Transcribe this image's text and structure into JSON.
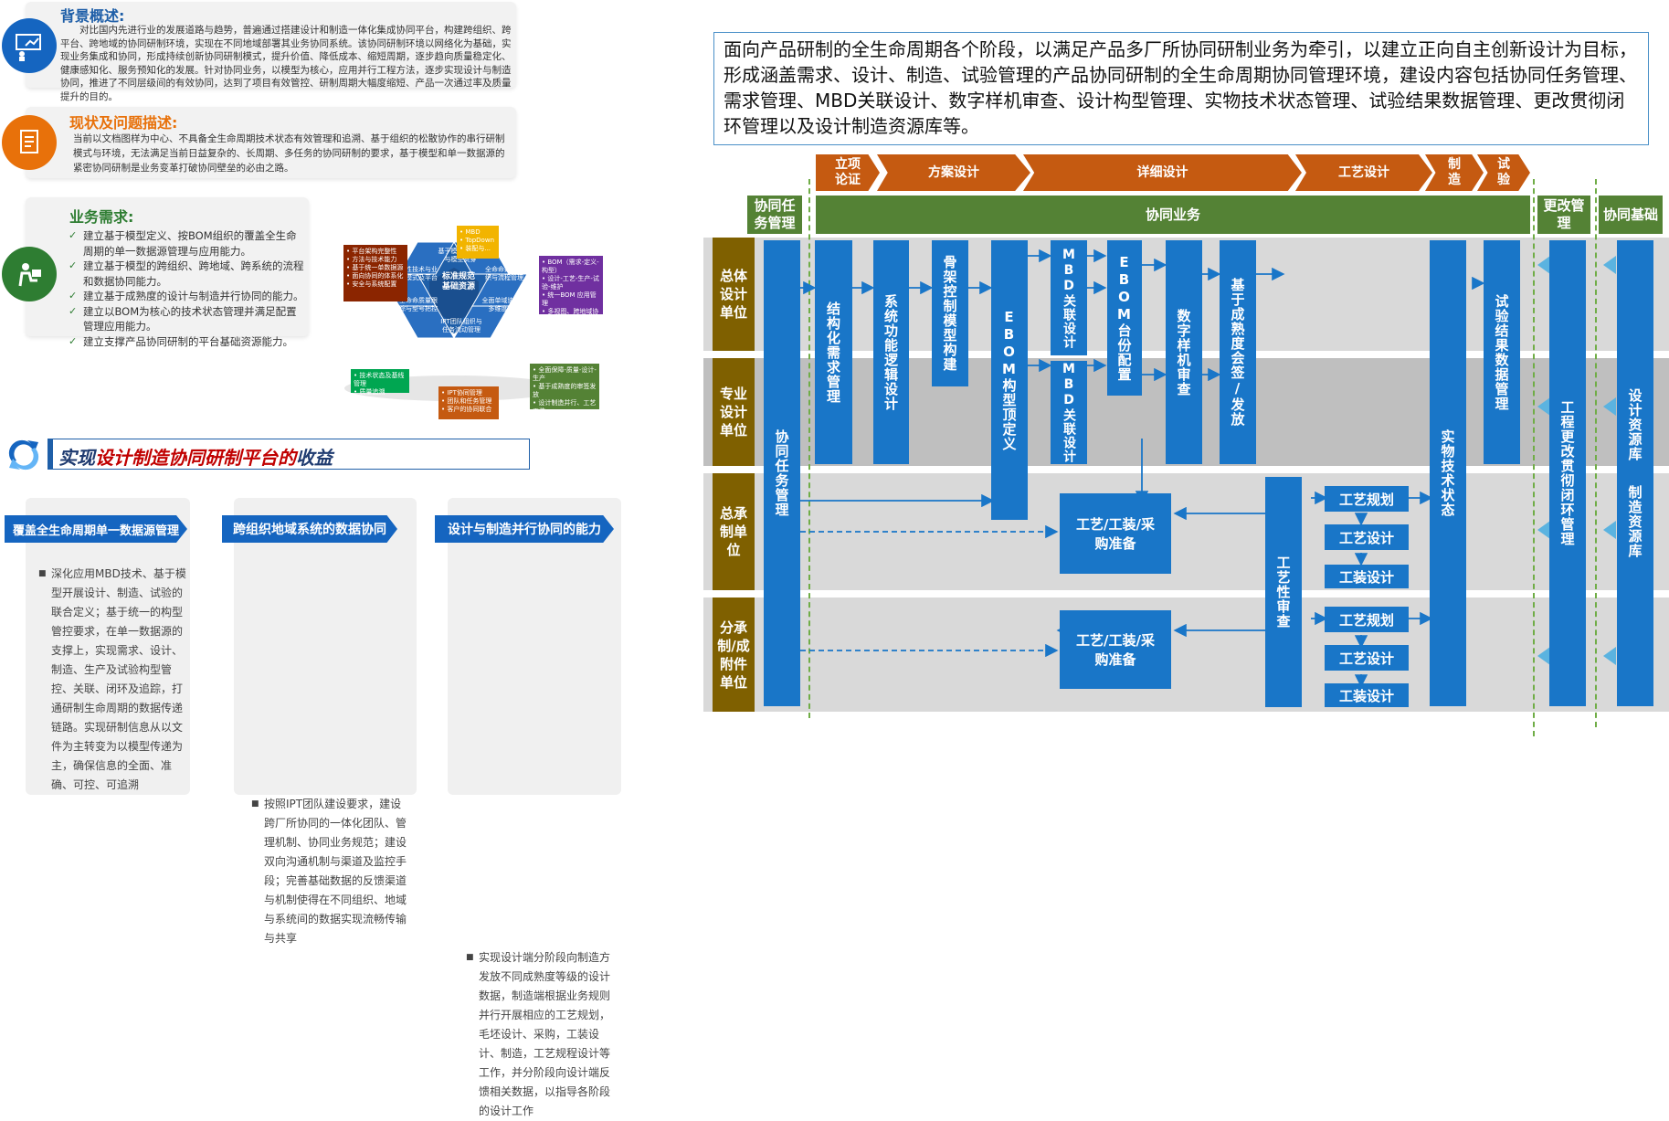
{
  "left": {
    "background": {
      "title": "背景概述:",
      "text": "对比国内先进行业的发展道路与趋势，普遍通过搭建设计和制造一体化集成协同平台，构建跨组织、跨平台、跨地域的协同研制环境，实现在不同地域部署其业务协同系统。该协同研制环境以网络化为基础，实现业务集成和协同，形成持续创新协同研制模式，提升价值、降低成本、缩短周期，逐步趋向质量稳定化、健康感知化、服务预知化的发展。针对协同业务，以模型为核心，应用并行工程方法，逐步实现设计与制造协同，推进了不同层级间的有效协同，达到了项目有效管控、研制周期大幅度缩短、产品一次通过率及质量提升的目的。"
    },
    "status": {
      "title": "现状及问题描述:",
      "text": "当前以文档图样为中心、不具备全生命周期技术状态有效管理和追溯、基于组织的松散协作的串行研制模式与环境，无法满足当前日益复杂的、长周期、多任务的协同研制的要求，基于模型和单一数据源的紧密协同研制是业务变革打破协同壁垒的必由之路。"
    },
    "needs": {
      "title": "业务需求:",
      "items": [
        "建立基于模型定义、按BOM组织的覆盖全生命周期的单一数据源管理与应用能力。",
        "建立基于模型的跨组织、跨地域、跨系统的流程和数据协同能力。",
        "建立基于成熟度的设计与制造并行协同的能力。",
        "建立以BOM为核心的技术状态管理并满足配置管理应用能力。",
        "建立支撑产品协同研制的平台基础资源能力。"
      ]
    },
    "hex": {
      "center": "标准规范\n基础资源",
      "cells": [
        "基于模型的协同\n与模型贯穿",
        "共性技术与业\n务模式及平台",
        "全命命数据组\n织与流程管理",
        "全命命质量跟\n踪与型号把控",
        "全面单域协同与\n多维度协同",
        "IPT团队组织与\n任务流动管理"
      ],
      "notes": [
        "• 平台架构完整性\n• 方法与技术能力\n• 基于统一单数据源\n• 面向协同的体系化\n• 安全与系统配置",
        "• MBD\n• TopDown\n• 装配与...",
        "• BOM（需求-定义-构型）\n• 设计-工艺-生产-试验-维护\n• 统一BOM 应用管理\n• 多视图、跨地域协同\n• 变更流程闭环",
        "• 全面保障-质量-设计-生产\n• 基于成熟度的审签发放\n• 设计制造并行、工艺工装\n• 试验验证及闭环",
        "• IPT协同管理\n• 团队和任务管理\n• 客户的协同联合",
        "• 技术状态及基线管理\n• 质量追溯"
      ]
    },
    "benefit": {
      "title_a": "实现",
      "title_b": "设计制造协同研制平台的",
      "title_c": "收益"
    },
    "benefits": [
      {
        "head": "覆盖全生命周期单一数据源管理",
        "text": "深化应用MBD技术、基于模型开展设计、制造、试验的联合定义；基于统一的构型管控要求，在单一数据源的支撑上，实现需求、设计、制造、生产及试验构型管控、关联、闭环及追踪，打通研制生命周期的数据传递链路。实现研制信息从以文件为主转变为以模型传递为主，确保信息的全面、准确、可控、可追溯"
      },
      {
        "head": "跨组织地域系统的数据协同",
        "text": "按照IPT团队建设要求，建设跨厂所协同的一体化团队、管理机制、协同业务规范；建设双向沟通机制与渠道及监控手段；完善基础数据的反馈渠道与机制使得在不同组织、地域与系统间的数据实现流畅传输与共享"
      },
      {
        "head": "设计与制造并行协同的能力",
        "text": "实现设计端分阶段向制造方发放不同成熟度等级的设计数据，制造端根据业务规则并行开展相应的工艺规划，毛坯设计、采购，工装设计、制造，工艺规程设计等工作，并分阶段向设计端反馈相关数据，以指导各阶段的设计工作"
      }
    ]
  },
  "right": {
    "intro": "面向产品研制的全生命周期各个阶段，以满足产品多厂所协同研制业务为牵引，以建立正向自主创新设计为目标，形成涵盖需求、设计、制造、试验管理的产品协同研制的全生命周期协同管理环境，建设内容包括协同任务管理、需求管理、MBD关联设计、数字样机审查、设计构型管理、实物技术状态管理、试验结果数据管理、更改贯彻闭环管理以及设计制造资源库等。",
    "phases": [
      "立项\n论证",
      "方案设计",
      "详细设计",
      "工艺设计",
      "制\n造",
      "试\n验"
    ],
    "groups": [
      "协同任\n务管理",
      "协同业务",
      "更改管\n理",
      "协同基础"
    ],
    "units": [
      "总体\n设计\n单位",
      "专业\n设计\n单位",
      "总承\n制单\n位",
      "分承\n制/成\n附件\n单位"
    ],
    "boxes": {
      "task": "协同任务管理",
      "req": "结构化需求管理",
      "sys": "系统功能逻辑设计",
      "skel": "骨架控制模型构建",
      "ebom_def": "EBOM构型顶定义",
      "mbd1": "MBD关联设计",
      "mbd2": "MBD关联设计",
      "ebom_cfg": "EBOM台份配置",
      "dmu": "数字样机审查",
      "sign": "基于成熟度会签/发放",
      "test": "试验结果数据管理",
      "prep1": "工艺/工装/采\n购准备",
      "prep2": "工艺/工装/采\n购准备",
      "proc_review": "工艺性审查",
      "plan1": "工艺规划",
      "pdes1": "工艺设计",
      "tool1": "工装设计",
      "plan2": "工艺规划",
      "pdes2": "工艺设计",
      "tool2": "工装设计",
      "phys": "实物技术状态",
      "change": "工程更改贯彻闭环管理",
      "res1": "设计资源库",
      "res2": "制造资源库"
    }
  }
}
